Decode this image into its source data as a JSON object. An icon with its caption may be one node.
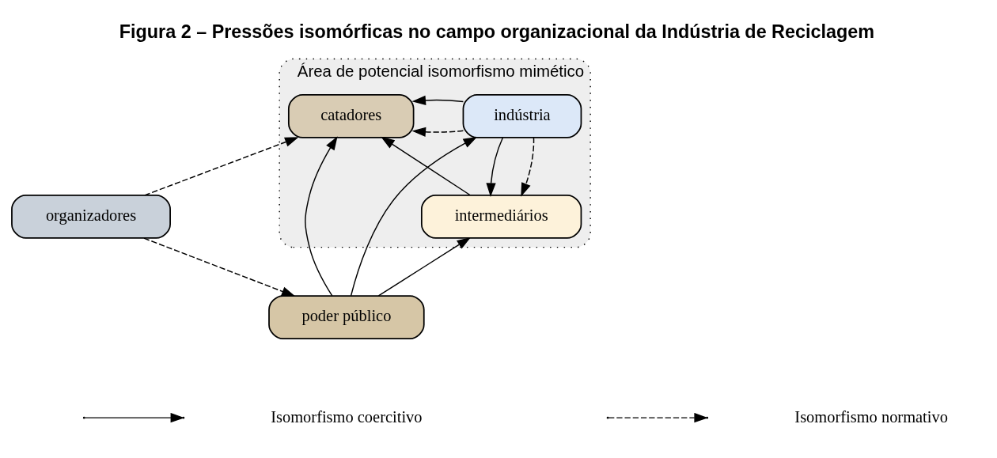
{
  "diagram": {
    "title": "Figura 2 – Pressões isomórficas no campo organizacional da Indústria de Reciclagem",
    "nodes": [
      {
        "text": [
          "Área de potencial isomorfismo mimético"
        ]
      },
      {
        "text": [
          "catadores"
        ],
        "in": 0
      },
      {
        "text": [
          "indústria"
        ],
        "in": 0
      },
      {
        "text": [
          "intermediários"
        ],
        "in": 0
      },
      {
        "text": [
          "organizadores"
        ]
      },
      {
        "text": [
          "poder público"
        ]
      }
    ],
    "edges": [
      {
        "from": 2,
        "to": 1,
        "arrow": "to"
      },
      {
        "from": 2,
        "to": 1,
        "arrow": "to",
        "style": "dashed"
      },
      {
        "from": 3,
        "to": 1,
        "arrow": "to"
      },
      {
        "from": 2,
        "to": 3,
        "arrow": "to"
      },
      {
        "from": 2,
        "to": 3,
        "arrow": "to",
        "style": "dashed"
      },
      {
        "from": 4,
        "to": 1,
        "arrow": "to",
        "style": "dashed"
      },
      {
        "from": 4,
        "to": 5,
        "arrow": "to",
        "style": "dashed"
      },
      {
        "from": 5,
        "to": 1,
        "arrow": "to"
      },
      {
        "from": 5,
        "to": 3,
        "arrow": "to"
      },
      {
        "from": 5,
        "to": 2,
        "arrow": "to"
      }
    ],
    "legend": [
      {
        "text": "Isomorfismo coercitivo"
      },
      {
        "text": "Isomorfismo normativo"
      }
    ]
  }
}
